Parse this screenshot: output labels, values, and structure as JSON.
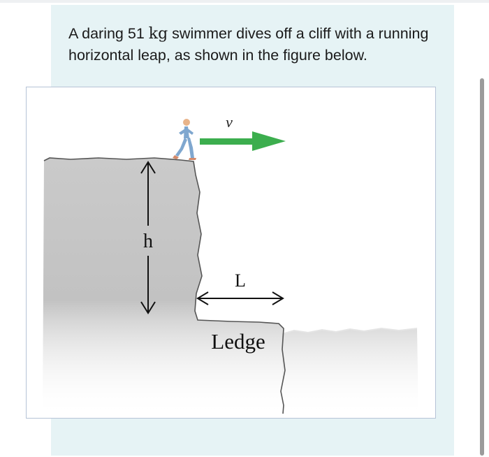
{
  "question": {
    "text_before": "A daring 51 ",
    "unit": "kg",
    "text_after": " swimmer dives off a cliff with a running horizontal leap, as shown in the figure below."
  },
  "figure": {
    "velocity_label": "v",
    "height_label": "h",
    "distance_label": "L",
    "ledge_label": "Ledge",
    "colors": {
      "cliff": "#c8c8c8",
      "arrow": "#3cae4e",
      "water": "#e0e0e0",
      "swimmer": "#7fa7cf"
    }
  }
}
